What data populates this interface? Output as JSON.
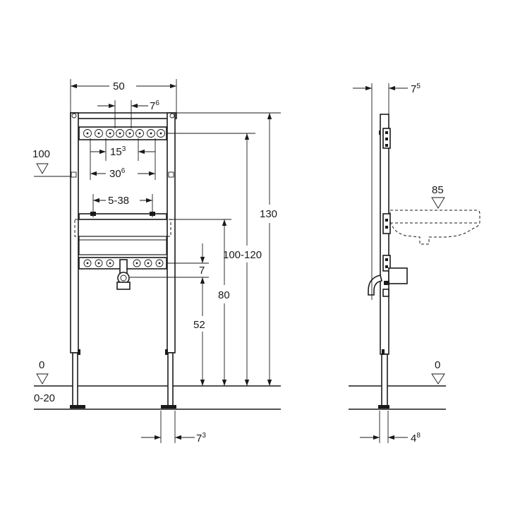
{
  "front_view": {
    "width": {
      "main": "50",
      "sup": ""
    },
    "hole_top_spacing": {
      "main": "7",
      "sup": "6"
    },
    "hole_spacing_small": {
      "main": "15",
      "sup": "3"
    },
    "hole_spacing_wide": {
      "main": "30",
      "sup": "6"
    },
    "adjust_range": {
      "main": "5-38",
      "sup": ""
    },
    "lower_gap": {
      "main": "7",
      "sup": ""
    },
    "height_52": {
      "main": "52",
      "sup": ""
    },
    "height_80": {
      "main": "80",
      "sup": ""
    },
    "height_100_120": {
      "main": "100-120",
      "sup": ""
    },
    "height_130": {
      "main": "130",
      "sup": ""
    },
    "foot_width": {
      "main": "7",
      "sup": "3"
    },
    "level_100": "100",
    "level_0": "0",
    "level_0_20": "0-20"
  },
  "side_view": {
    "depth_top": {
      "main": "7",
      "sup": "5"
    },
    "depth_foot": {
      "main": "4",
      "sup": "8"
    },
    "level_85": "85",
    "level_0": "0"
  }
}
